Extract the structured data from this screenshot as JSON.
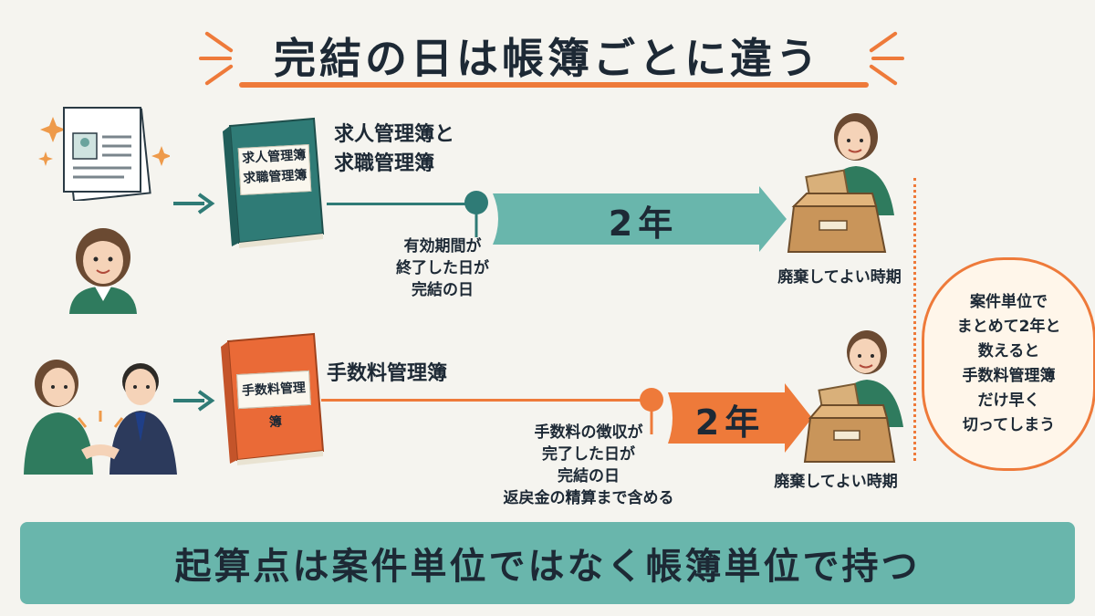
{
  "title": "完結の日は帳簿ごとに違う",
  "row1": {
    "book_label_line1": "求人管理簿",
    "book_label_line2": "求職管理簿",
    "name_line1": "求人管理簿と",
    "name_line2": "求職管理簿",
    "note_line1": "有効期間が",
    "note_line2": "終了した日が",
    "note_line3": "完結の日",
    "period": "2年",
    "disposal": "廃棄してよい時期"
  },
  "row2": {
    "book_label": "手数料管理簿",
    "name": "手数料管理簿",
    "note_line1": "手数料の徴収が",
    "note_line2": "完了した日が",
    "note_line3": "完結の日",
    "note_line4": "返戻金の精算まで含める",
    "period": "2年",
    "disposal": "廃棄してよい時期"
  },
  "bubble": {
    "line1": "案件単位で",
    "line2": "まとめて2年と",
    "line3": "数えると",
    "line4": "手数料管理簿",
    "line5": "だけ早く",
    "line6": "切ってしまう"
  },
  "banner": "起算点は案件単位ではなく帳簿単位で持つ",
  "colors": {
    "teal": "#2f7b76",
    "teal_bar": "#69b6ac",
    "orange": "#ee7a3a",
    "orange_book": "#ea6a37"
  }
}
